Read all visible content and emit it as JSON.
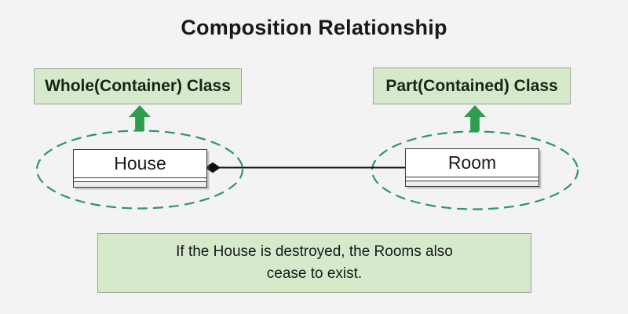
{
  "title": "Composition Relationship",
  "labels": {
    "whole": "Whole(Container) Class",
    "part": "Part(Contained) Class"
  },
  "classes": {
    "container": {
      "name": "House"
    },
    "contained": {
      "name": "Room"
    }
  },
  "note": {
    "lines": [
      "If the House is destroyed, the Rooms also",
      "cease to exist."
    ]
  },
  "icons": {
    "up_arrow": "up-arrow",
    "composition_diamond": "filled-diamond"
  },
  "colors": {
    "background": "#f3f3f3",
    "accent_green": "#2e9e4e",
    "ellipse_green": "#2f9663",
    "panel_green": "#d6e9cb",
    "panel_border": "#9aa79a",
    "class_border": "#3a3a3a",
    "text_dark": "#191919",
    "connector_black": "#111111"
  }
}
